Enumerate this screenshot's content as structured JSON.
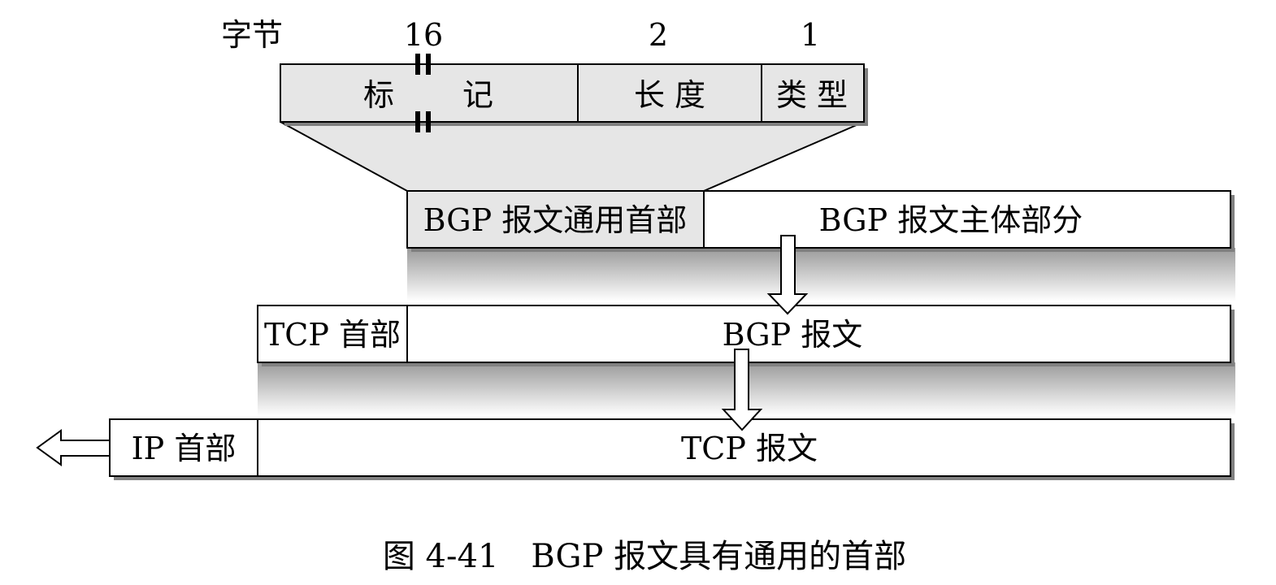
{
  "colors": {
    "header_fill": "#e6e6e6",
    "box_fill": "#ffffff",
    "stroke": "#000000",
    "shadow": "#808080"
  },
  "header": {
    "bytes_label": "字节",
    "fields": [
      {
        "size": "16",
        "label_part1": "标",
        "label_part2": "记"
      },
      {
        "size": "2",
        "label": "长 度"
      },
      {
        "size": "1",
        "label": "类 型"
      }
    ]
  },
  "bgp_row": {
    "common_header": "BGP 报文通用首部",
    "body": "BGP 报文主体部分"
  },
  "tcp_row": {
    "header": "TCP 首部",
    "payload": "BGP 报文"
  },
  "ip_row": {
    "header": "IP 首部",
    "payload": "TCP 报文"
  },
  "caption": "图 4-41　BGP 报文具有通用的首部"
}
